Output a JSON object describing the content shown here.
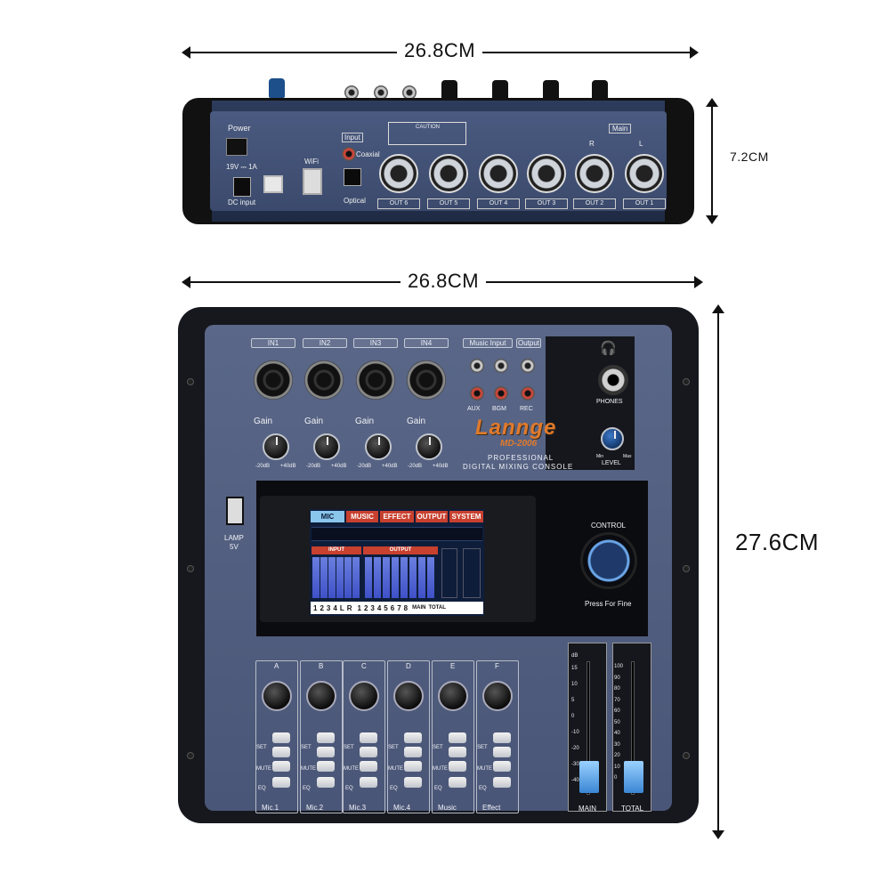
{
  "dimensions": {
    "rear_width": "26.8CM",
    "rear_height": "7.2CM",
    "top_width": "26.8CM",
    "top_height": "27.6CM"
  },
  "rear_panel": {
    "power": "Power",
    "dc_spec": "19V ⎓ 1A",
    "dc_input": "DC input",
    "wifi": "WiFi",
    "input": "Input",
    "coaxial": "Coaxial",
    "optical": "Optical",
    "main": "Main",
    "r": "R",
    "l": "L",
    "caution": "CAUTION",
    "outputs": [
      "OUT 6",
      "OUT 5",
      "OUT 4",
      "OUT 3",
      "OUT 2",
      "OUT 1"
    ]
  },
  "top_panel": {
    "inputs": [
      "IN1",
      "IN2",
      "IN3",
      "IN4"
    ],
    "gain": "Gain",
    "gain_min": "-20dB",
    "gain_max": "+40dB",
    "music_input": "Music Input",
    "output": "Output",
    "aux": "AUX",
    "bgm": "BGM",
    "rec": "REC",
    "phones": "PHONES",
    "level": "LEVEL",
    "level_min": "Min",
    "level_max": "Max",
    "brand": "Lannge",
    "model": "MD-2006",
    "subtitle_1": "PROFESSIONAL",
    "subtitle_2": "DIGITAL MIXING CONSOLE",
    "lamp": "LAMP",
    "lamp_v": "5V",
    "control": "CONTROL",
    "press_for_fine": "Press For Fine",
    "screen": {
      "tabs": [
        "MIC",
        "MUSIC",
        "EFFECT",
        "OUTPUT",
        "SYSTEM"
      ],
      "input_header": "INPUT",
      "output_header": "OUTPUT",
      "input_channels": [
        "1",
        "2",
        "3",
        "4",
        "L",
        "R"
      ],
      "output_channels": [
        "1",
        "2",
        "3",
        "4",
        "5",
        "6",
        "7",
        "8"
      ],
      "main": "MAIN",
      "total": "TOTAL"
    },
    "channels": [
      {
        "letter": "A",
        "name": "Mic.1"
      },
      {
        "letter": "B",
        "name": "Mic.2"
      },
      {
        "letter": "C",
        "name": "Mic.3"
      },
      {
        "letter": "D",
        "name": "Mic.4"
      },
      {
        "letter": "E",
        "name": "Music"
      },
      {
        "letter": "F",
        "name": "Effect"
      }
    ],
    "set": "SET",
    "mute": "MUTE",
    "eq": "EQ",
    "main_fader": "MAIN",
    "total_fader": "TOTAL",
    "main_scale": [
      "15",
      "10",
      "5",
      "0",
      "-10",
      "-20",
      "-30",
      "-40"
    ],
    "total_scale": [
      "100",
      "90",
      "80",
      "70",
      "60",
      "50",
      "40",
      "30",
      "20",
      "10",
      "0"
    ],
    "db": "dB"
  }
}
